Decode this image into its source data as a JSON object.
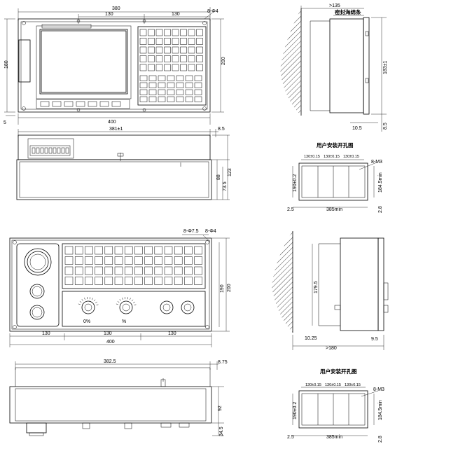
{
  "top_front": {
    "w1": "380",
    "w2": "130",
    "w3": "130",
    "w4": "8-Φ4",
    "h_left": "180",
    "h_right": "200",
    "bottom": "400",
    "left_small": "5"
  },
  "top_side": {
    "top": ">135",
    "label": "密封海绵条",
    "h": "183±1",
    "b1": "10.5",
    "b2": "8.5"
  },
  "top_plan": {
    "w": "381±1",
    "right": "8.5",
    "h1": "88",
    "h2": "123",
    "h3": "73.5"
  },
  "cut1": {
    "title": "用户安装开孔图",
    "d1": "130±0.15",
    "d2": "130±0.15",
    "d3": "130±0.15",
    "holes": "8-M3",
    "h_left": "190±0.2",
    "h_right": "184.5min",
    "left": "2.5",
    "bottom": "385min",
    "right": "2.8"
  },
  "mid_front": {
    "holes1": "8-Φ7.5",
    "holes2": "8-Φ4",
    "w1": "130",
    "w2": "130",
    "w3": "130",
    "total": "400",
    "h1": "190",
    "h2": "200",
    "knob1": "0%",
    "knob2": "%"
  },
  "mid_side": {
    "h": "179.5",
    "b1": "10.25",
    "b2": "9.5",
    "bottom": ">180"
  },
  "bot_plan": {
    "w": "382.5",
    "right": "8.75",
    "h1": "92",
    "h2": "34.5"
  },
  "cut2": {
    "title": "用户安装开孔图",
    "d1": "130±0.15",
    "d2": "130±0.15",
    "d3": "130±0.15",
    "holes": "8-M3",
    "h_left": "190±0.2",
    "h_right": "184.5min",
    "left": "2.5",
    "bottom": "385min",
    "right": "2.8"
  }
}
